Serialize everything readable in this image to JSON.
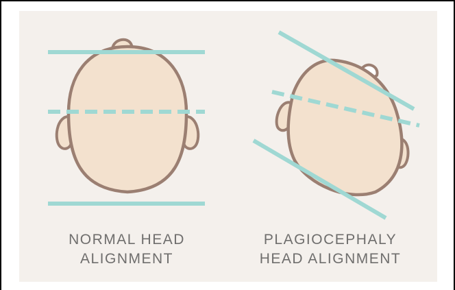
{
  "normal": {
    "caption_line1": "NORMAL HEAD",
    "caption_line2": "ALIGNMENT"
  },
  "plagiocephaly": {
    "caption_line1": "PLAGIOCEPHALY",
    "caption_line2": "HEAD ALIGNMENT"
  },
  "colors": {
    "background": "#f4f0ec",
    "head_fill": "#f3e1ce",
    "outline": "#9b7f72",
    "alignment_line": "#9fd8d3",
    "caption_text": "#6f6e6d"
  }
}
